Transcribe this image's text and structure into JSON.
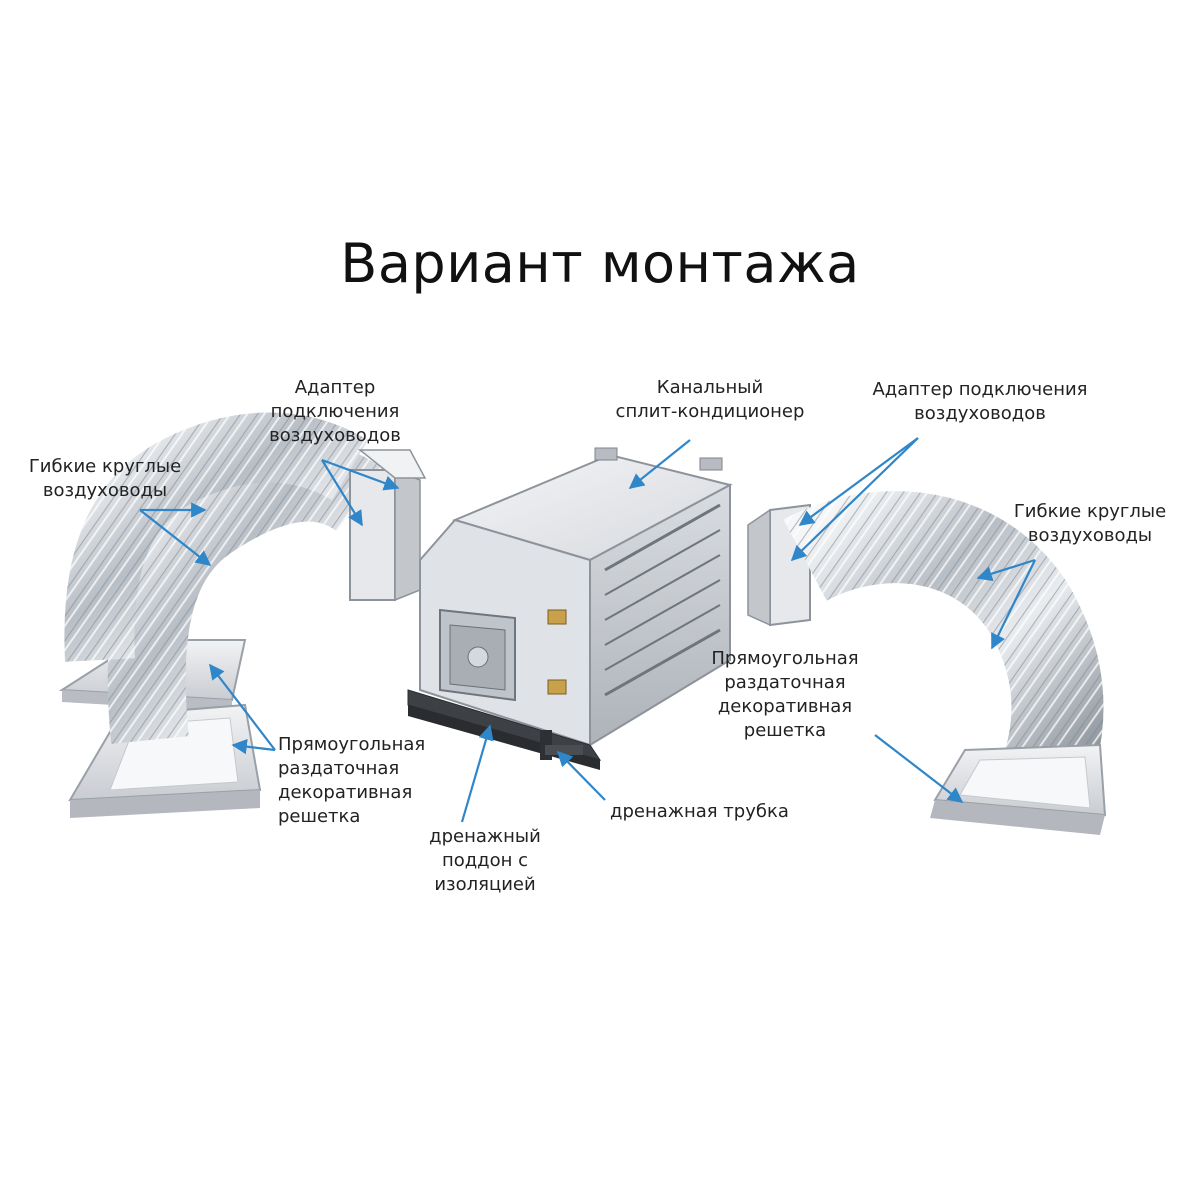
{
  "title": "Вариант монтажа",
  "labels": {
    "adapter_left": [
      "Адаптер",
      "подключения",
      "воздуховодов"
    ],
    "flex_ducts_left": [
      "Гибкие круглые",
      "воздуховоды"
    ],
    "grille_left": [
      "Прямоугольная",
      "раздаточная",
      "декоративная",
      "решетка"
    ],
    "unit": [
      "Канальный",
      "сплит-кондиционер"
    ],
    "drain_tube": "дренажная трубка",
    "drain_pan": [
      "дренажный",
      "поддон с",
      "изоляцией"
    ],
    "adapter_right": [
      "Адаптер подключения",
      "воздуховодов"
    ],
    "flex_ducts_right": [
      "Гибкие круглые",
      "воздуховоды"
    ],
    "grille_right": [
      "Прямоугольная",
      "раздаточная",
      "декоративная",
      "решетка"
    ]
  },
  "colors": {
    "arrow": "#2f86c8",
    "text": "#222222",
    "foil_light": "#eef1f4",
    "foil_dark": "#8f969e",
    "unit_body": "#e9ebee"
  }
}
